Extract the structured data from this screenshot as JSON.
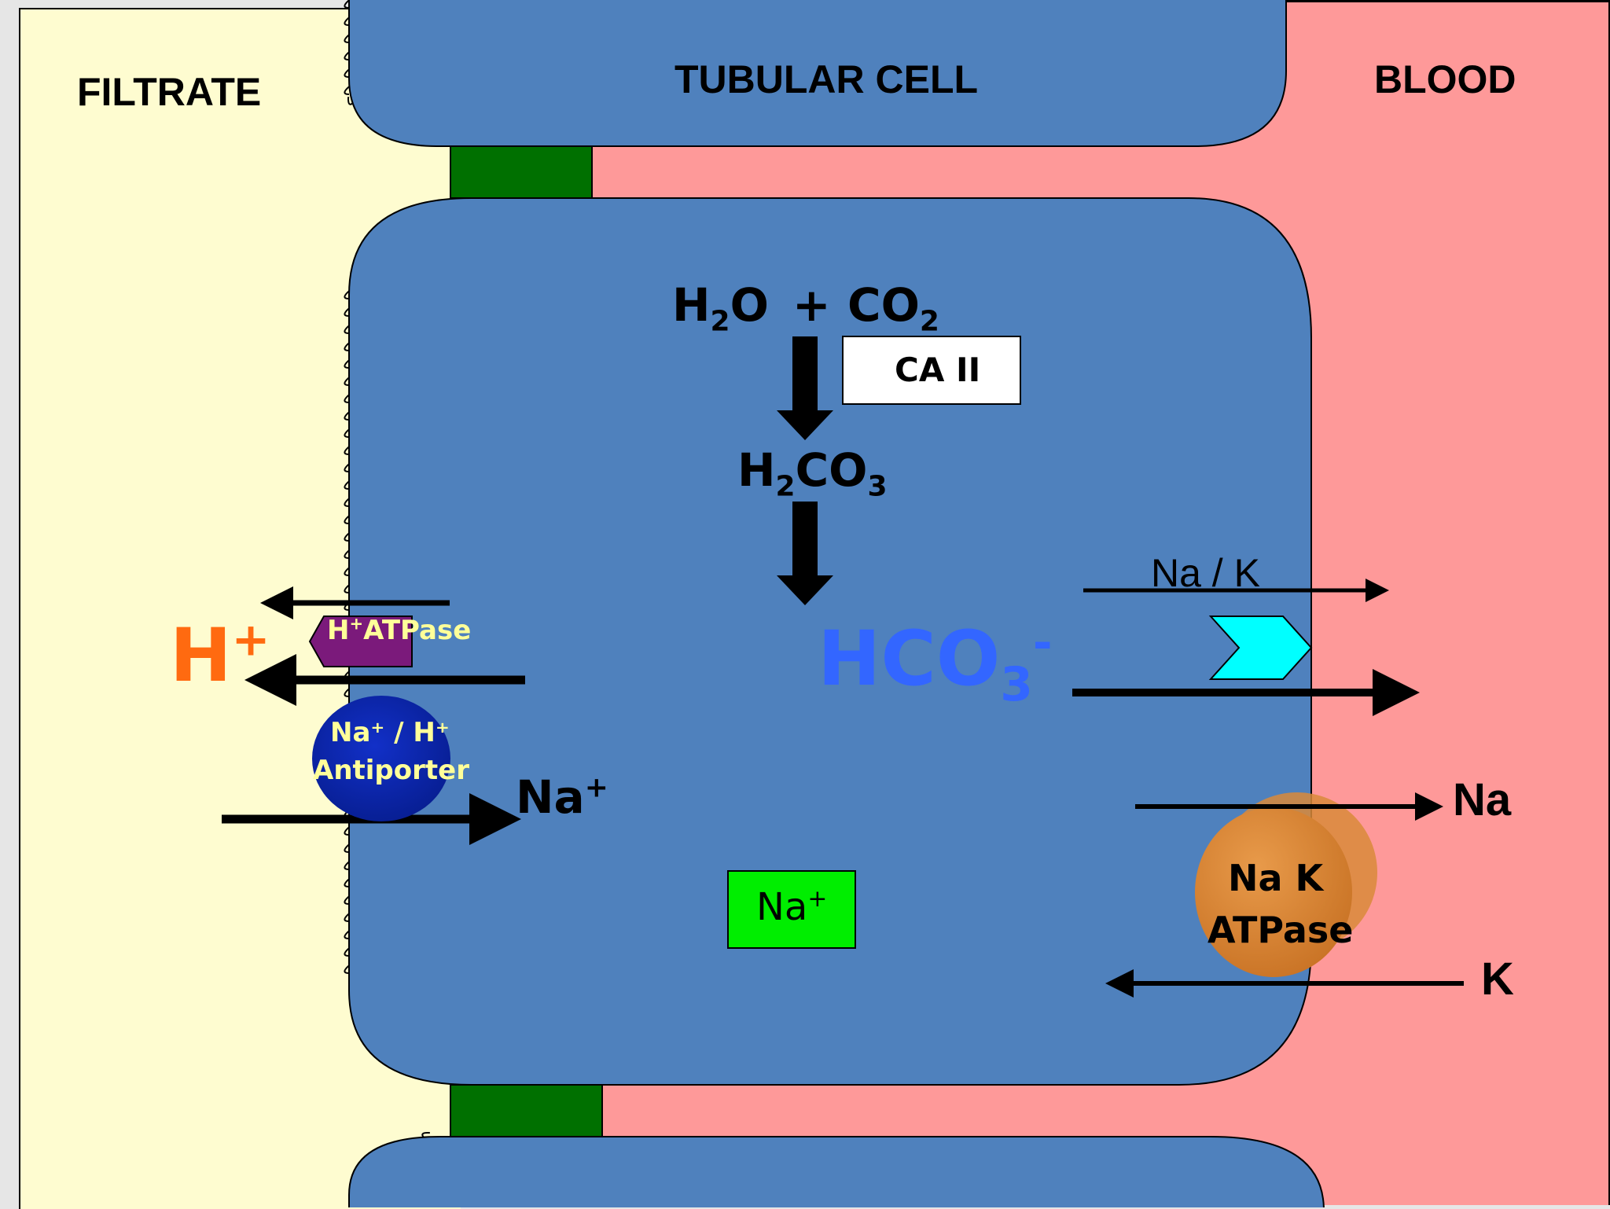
{
  "labels": {
    "filtrate": "FILTRATE",
    "tubular_cell": "TUBULAR CELL",
    "blood": "BLOOD"
  },
  "reaction": {
    "water": {
      "base": "H",
      "sub": "2",
      "tail": "O"
    },
    "plus": "+",
    "co2": {
      "base": "CO",
      "sub": "2"
    },
    "enzyme": "CA II",
    "carbonic_acid": {
      "a": "H",
      "sub1": "2",
      "b": "CO",
      "sub2": "3"
    },
    "bicarbonate": {
      "base": "HCO",
      "sub": "3",
      "sup": "-"
    }
  },
  "apical": {
    "proton": {
      "base": "H",
      "sup": "+"
    },
    "h_atpase_label": {
      "sup": "+",
      "rest": "ATPase",
      "lead": "H"
    },
    "antiporter_line1": "Na⁺ / H⁺",
    "antiporter_line2": "Antiporter",
    "sodium_in": {
      "base": "Na",
      "sup": "+"
    }
  },
  "cytoplasm": {
    "sodium_box": {
      "base": "Na",
      "sup": "+"
    }
  },
  "basolateral": {
    "na_k_label": "Na / K",
    "na_out": "Na",
    "k_in": "K",
    "pump_line1": "Na K",
    "pump_line2": "ATPase"
  },
  "colors": {
    "filtrate": "#fefcd0",
    "blood": "#fe9999",
    "cell": "#4f81bd",
    "tight_junction": "#007000",
    "proton": "#ff6a10",
    "bicarbonate": "#3366ff",
    "h_atpase": "#7b1a7b",
    "antiporter": "#0a2aa8",
    "na_box": "#00ee00",
    "symporter": "#00ffff",
    "pump": "#d98a3a"
  }
}
